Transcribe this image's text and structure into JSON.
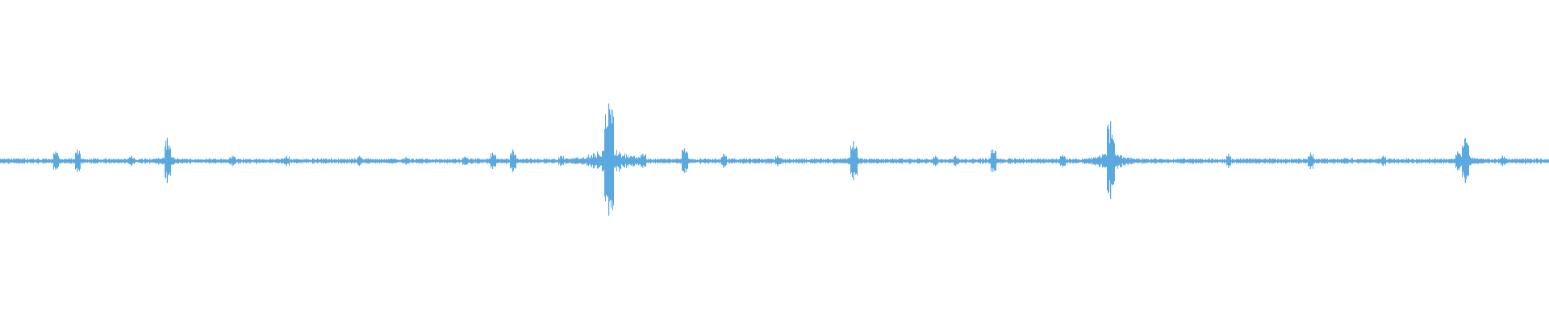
{
  "chart_data": {
    "type": "line",
    "title": "",
    "xlabel": "",
    "ylabel": "",
    "x_range": [
      0,
      1
    ],
    "ylim": [
      -1,
      1
    ],
    "grid": false,
    "legend": "none",
    "series": [
      {
        "color": "#5aa9df",
        "baseline_amplitude": 0.02,
        "transients": [
          {
            "x": 0.036,
            "amplitude": 0.09
          },
          {
            "x": 0.05,
            "amplitude": 0.11
          },
          {
            "x": 0.085,
            "amplitude": 0.05
          },
          {
            "x": 0.108,
            "amplitude": 0.22
          },
          {
            "x": 0.15,
            "amplitude": 0.05
          },
          {
            "x": 0.185,
            "amplitude": 0.05
          },
          {
            "x": 0.232,
            "amplitude": 0.05
          },
          {
            "x": 0.262,
            "amplitude": 0.04
          },
          {
            "x": 0.3,
            "amplitude": 0.04
          },
          {
            "x": 0.318,
            "amplitude": 0.08
          },
          {
            "x": 0.331,
            "amplitude": 0.11
          },
          {
            "x": 0.362,
            "amplitude": 0.05
          },
          {
            "x": 0.393,
            "amplitude": 0.55
          },
          {
            "x": 0.415,
            "amplitude": 0.07
          },
          {
            "x": 0.442,
            "amplitude": 0.12
          },
          {
            "x": 0.467,
            "amplitude": 0.07
          },
          {
            "x": 0.502,
            "amplitude": 0.05
          },
          {
            "x": 0.551,
            "amplitude": 0.19
          },
          {
            "x": 0.604,
            "amplitude": 0.05
          },
          {
            "x": 0.617,
            "amplitude": 0.05
          },
          {
            "x": 0.641,
            "amplitude": 0.11
          },
          {
            "x": 0.686,
            "amplitude": 0.06
          },
          {
            "x": 0.717,
            "amplitude": 0.38
          },
          {
            "x": 0.793,
            "amplitude": 0.07
          },
          {
            "x": 0.846,
            "amplitude": 0.08
          },
          {
            "x": 0.893,
            "amplitude": 0.05
          },
          {
            "x": 0.941,
            "amplitude": 0.09
          },
          {
            "x": 0.946,
            "amplitude": 0.22
          },
          {
            "x": 0.97,
            "amplitude": 0.05
          }
        ]
      }
    ]
  }
}
